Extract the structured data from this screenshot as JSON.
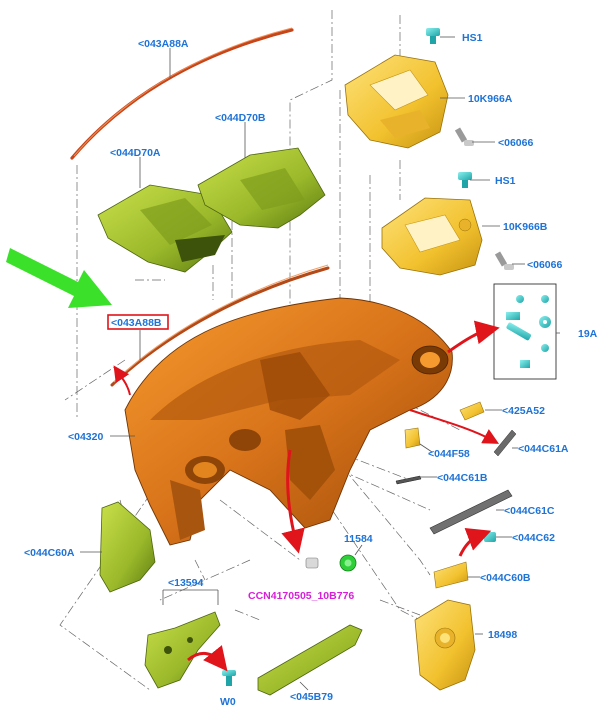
{
  "labels": {
    "l043a88a": "<043A88A",
    "l044d70b": "<044D70B",
    "l044d70a": "<044D70A",
    "l043a88b": "<043A88B",
    "l04320": "<04320",
    "l044c60a": "<044C60A",
    "l13594": "<13594",
    "l045b79": "<045B79",
    "l11584": "11584",
    "lccn": "CCN4170505_10B776",
    "lhs1a": "HS1",
    "l10k966a": "10K966A",
    "l06066a": "<06066",
    "lhs1b": "HS1",
    "l10k966b": "10K966B",
    "l06066b": "<06066",
    "l19a": "19A",
    "l425a52": "<425A52",
    "l044f58": "<044F58",
    "l044c61a": "<044C61A",
    "l044c61b": "<044C61B",
    "l044c61c": "<044C61C",
    "l044c62": "<044C62",
    "l044c60b": "<044C60B",
    "l18498": "18498",
    "lw": "W0"
  },
  "colors": {
    "label_blue": "#1e73d6",
    "label_magenta": "#d81fd8",
    "dash_orange": "#d8731a",
    "panel_green": "#9ab82a",
    "bezel_yellow": "#f2c12e",
    "pointer_arrow": "#3ae02a",
    "highlight_box": "#e0141b"
  }
}
